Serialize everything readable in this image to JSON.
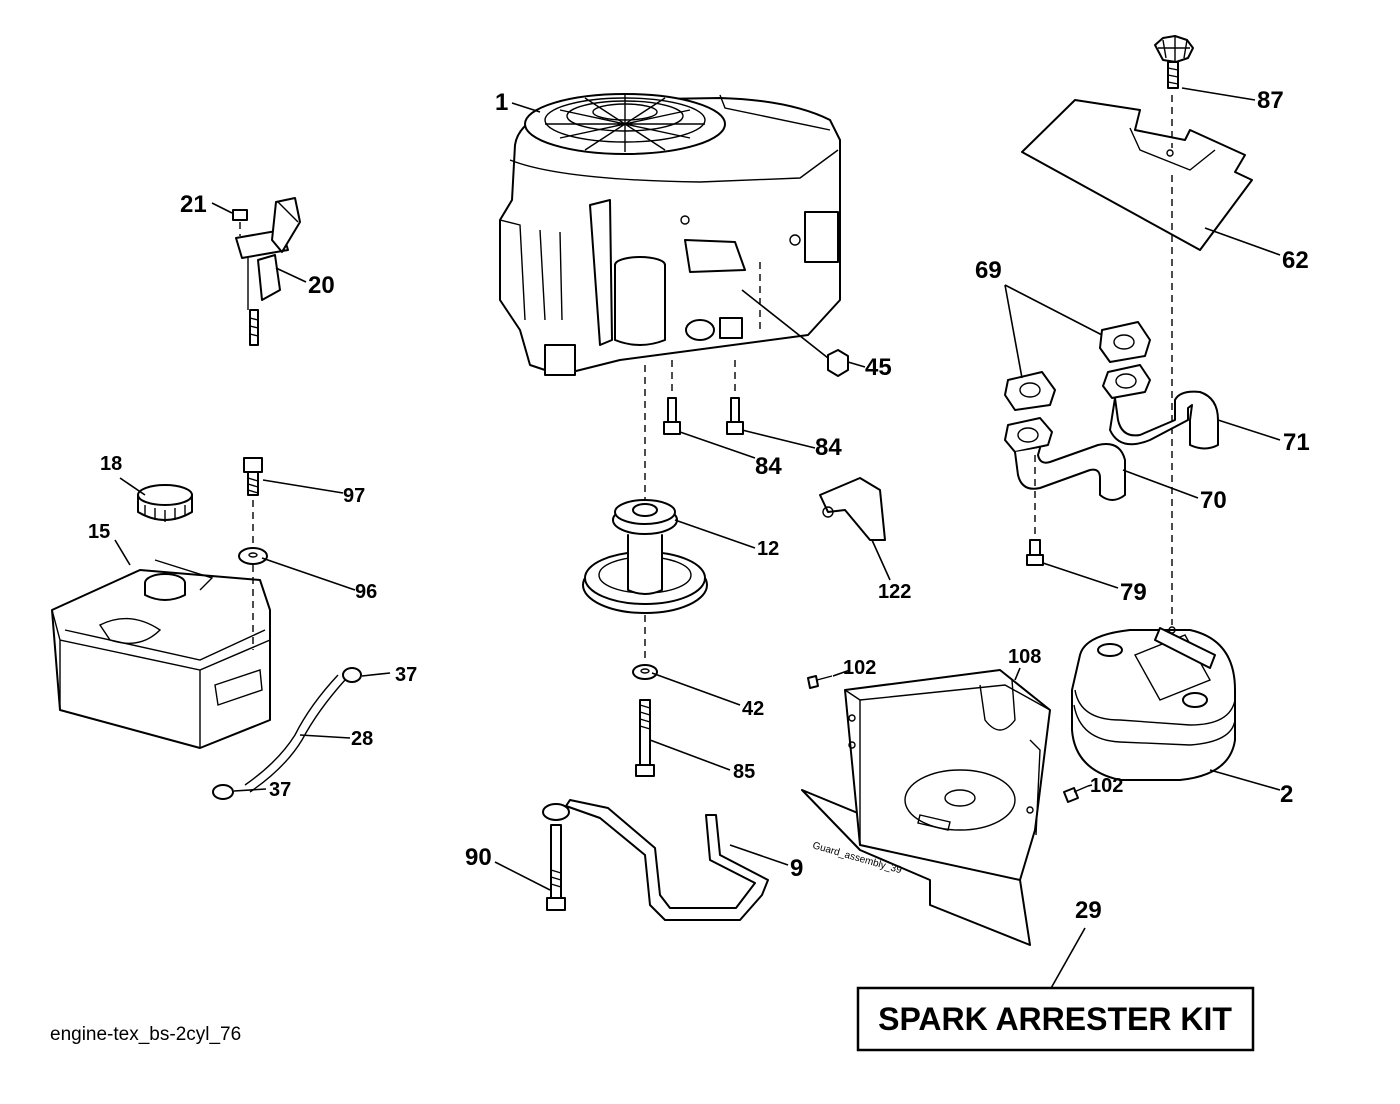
{
  "diagram": {
    "drawing_id": "engine-tex_bs-2cyl_76",
    "kit_label": "SPARK ARRESTER KIT",
    "guard_stamp": "Guard_assembly_39",
    "callouts": {
      "c1": "1",
      "c2": "2",
      "c9": "9",
      "c12": "12",
      "c15": "15",
      "c18": "18",
      "c20": "20",
      "c21": "21",
      "c28": "28",
      "c29": "29",
      "c37a": "37",
      "c37b": "37",
      "c42": "42",
      "c45": "45",
      "c62": "62",
      "c69": "69",
      "c70": "70",
      "c71": "71",
      "c79": "79",
      "c84a": "84",
      "c84b": "84",
      "c85": "85",
      "c87": "87",
      "c90": "90",
      "c96": "96",
      "c97": "97",
      "c102a": "102",
      "c102b": "102",
      "c108": "108",
      "c122": "122"
    }
  }
}
